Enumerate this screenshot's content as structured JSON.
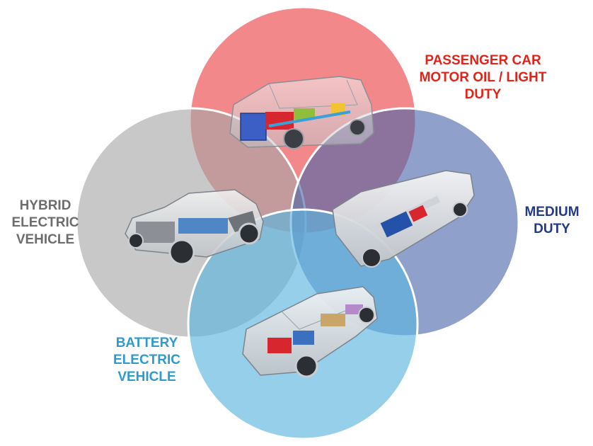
{
  "colors": {
    "passenger": "#ee5a5e",
    "medium": "#4b65a9",
    "hybrid": "#a6a6a6",
    "battery": "#5eb6df",
    "passenger_text": "#e2231a",
    "medium_text": "#253a84",
    "hybrid_text": "#6d6d6d",
    "battery_text": "#2e9ad0"
  },
  "segments": {
    "passenger": {
      "lines": [
        "PASSENGER CAR",
        "MOTOR OIL / LIGHT",
        "DUTY"
      ],
      "image": "suv-cutaway-drivetrain"
    },
    "medium": {
      "lines": [
        "MEDIUM",
        "DUTY"
      ],
      "image": "van-cutaway-electric"
    },
    "hybrid": {
      "lines": [
        "HYBRID",
        "ELECTRIC",
        "VEHICLE"
      ],
      "image": "sedan-cutaway-hybrid"
    },
    "battery": {
      "lines": [
        "BATTERY",
        "ELECTRIC",
        "VEHICLE"
      ],
      "image": "sedan-cutaway-battery"
    }
  }
}
